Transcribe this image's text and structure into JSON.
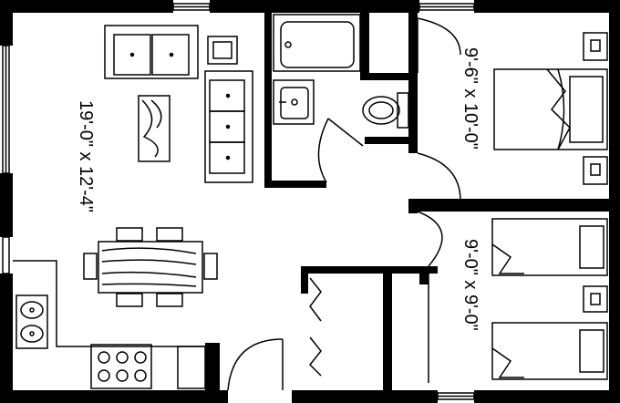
{
  "rooms": {
    "living": {
      "dimension": "19'-0\" x 12'-4\""
    },
    "bedroom_1": {
      "dimension": "9'-6\" x 10'-0\""
    },
    "bedroom_2": {
      "dimension": "9'-0\" x 9'-0\""
    }
  },
  "colors": {
    "wall": "#000000",
    "background": "#ffffff",
    "line": "#000000"
  }
}
